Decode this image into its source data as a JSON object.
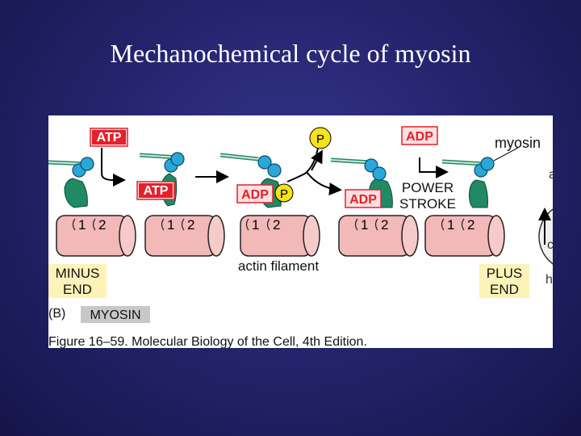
{
  "slide": {
    "title": "Mechanochemical cycle of myosin"
  },
  "figure": {
    "labels": {
      "atp_top": "ATP",
      "atp_bound": "ATP",
      "p_released": "P",
      "adp_pi_adp": "ADP",
      "adp_pi_p": "P",
      "adp_top": "ADP",
      "adp_bound": "ADP",
      "power_stroke_1": "POWER",
      "power_stroke_2": "STROKE",
      "myosin": "myosin",
      "actin_filament": "actin filament",
      "minus_end_1": "MINUS",
      "minus_end_2": "END",
      "plus_end_1": "PLUS",
      "plus_end_2": "END",
      "panel_letter": "(B)",
      "panel_name": "MYOSIN",
      "subunit_1": "1",
      "subunit_2": "2",
      "cut_1": "a",
      "cut_2": "c",
      "cut_3": "h"
    },
    "caption": "Figure 16–59. Molecular Biology of the Cell, 4th Edition."
  },
  "colors": {
    "background": "#25256f",
    "title_text": "#ffffff",
    "myosin_green": "#1f8a63",
    "myosin_head_blue": "#2aa7d8",
    "actin_pink": "#f3b8b8",
    "label_red": "#e4202a",
    "label_pink_bg": "#fbe0e2",
    "phosphate_yellow": "#f6e21b",
    "end_label_bg": "#fdf3b8",
    "panel_label_bg": "#c8c8c8"
  }
}
